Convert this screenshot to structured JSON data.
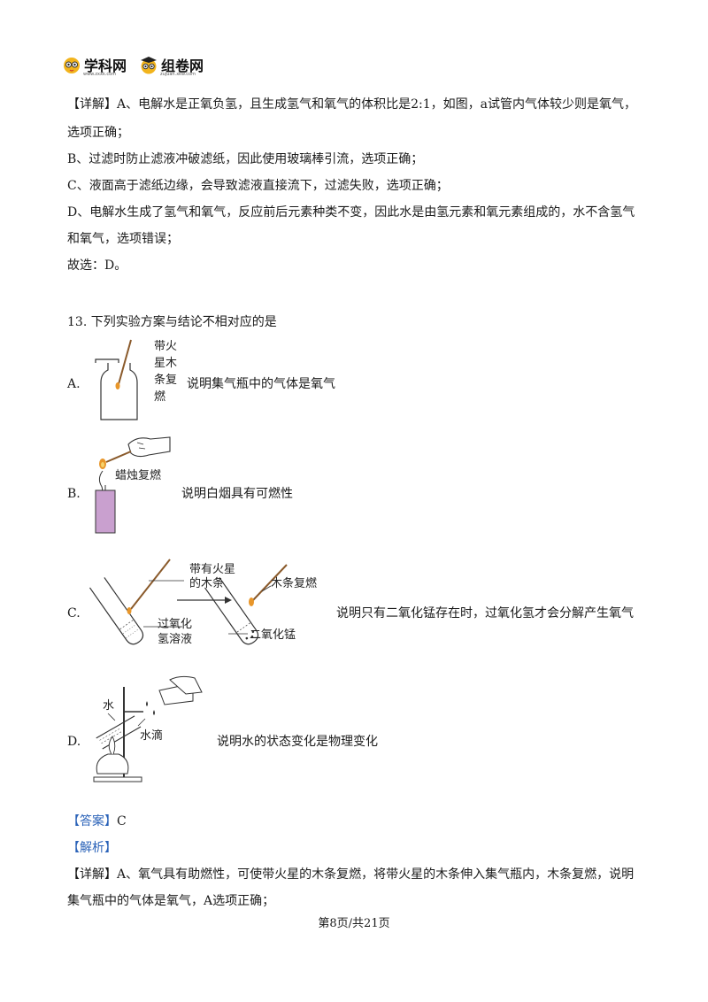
{
  "header": {
    "logo1": "学科网",
    "logo1_sub": "www.zxxk.com",
    "logo2": "组卷网",
    "logo2_sub": "zujuan.xkw.com"
  },
  "prev_explain": {
    "lines": [
      "【详解】A、电解水是正氧负氢，且生成氢气和氧气的体积比是2:1，如图，a试管内气体较少则是氧气，",
      "选项正确；",
      "B、过滤时防止滤液冲破滤纸，因此使用玻璃棒引流，选项正确；",
      "C、液面高于滤纸边缘，会导致滤液直接流下，过滤失败，选项正确；",
      "D、电解水生成了氢气和氧气，反应前后元素种类不变，因此水是由氢元素和氧元素组成的，水不含氢气",
      "和氧气，选项错误；",
      "故选：D。"
    ]
  },
  "question": {
    "stem": "13. 下列实验方案与结论不相对应的是",
    "options": [
      {
        "label": "A.",
        "conclusion": "说明集气瓶中的气体是氧气",
        "fig_text": [
          "带火",
          "星木",
          "条复",
          "燃"
        ]
      },
      {
        "label": "B.",
        "conclusion": "说明白烟具有可燃性",
        "fig_text": [
          "蜡烛复燃"
        ]
      },
      {
        "label": "C.",
        "conclusion": "说明只有二氧化锰存在时，过氧化氢才会分解产生氧气",
        "fig_text": [
          "带有火星",
          "的木条",
          "木条复燃",
          "过氧化",
          "氢溶液",
          "二氧化锰"
        ]
      },
      {
        "label": "D.",
        "conclusion": "说明水的状态变化是物理变化",
        "fig_text": [
          "水",
          "水滴"
        ]
      }
    ]
  },
  "answer": {
    "tag": "【答案】",
    "value": "C",
    "analysis_tag": "【解析】",
    "detail_lines": [
      "【详解】A、氧气具有助燃性，可使带火星的木条复燃，将带火星的木条伸入集气瓶内，木条复燃，说明",
      "集气瓶中的气体是氧气，A选项正确；"
    ]
  },
  "footer": {
    "page": "第8页/共21页"
  },
  "colors": {
    "answer_blue": "#2a62b8",
    "candle": "#c9a0cf",
    "flame": "#e8962a"
  }
}
